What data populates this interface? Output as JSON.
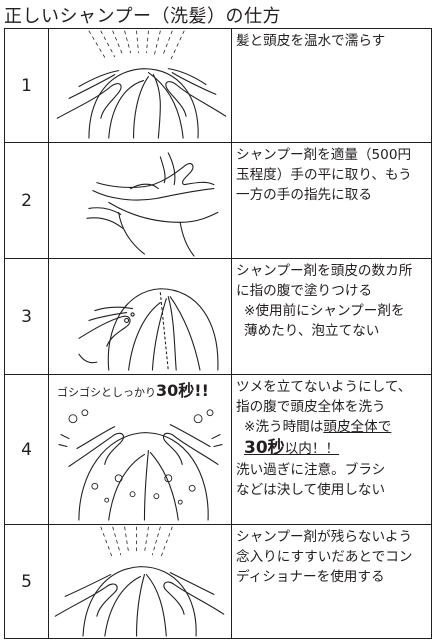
{
  "title": "正しいシャンプー（洗髪）の仕方",
  "steps": [
    {
      "number": "1",
      "icon": "hands-wetting-hair-icon",
      "lines": [
        "髪と頭皮を温水で濡らす"
      ]
    },
    {
      "number": "2",
      "icon": "shampoo-in-palm-icon",
      "lines": [
        "シャンプー剤を適量（500円",
        "玉程度）手の平に取り、もう",
        "一方の手の指先に取る"
      ]
    },
    {
      "number": "3",
      "icon": "applying-shampoo-icon",
      "lines": [
        "シャンプー剤を頭皮の数カ所",
        "に指の腹で塗りつける",
        "※使用前にシャンプー剤を",
        "薄めたり、泡立てない"
      ]
    },
    {
      "number": "4",
      "icon": "scrubbing-scalp-icon",
      "caption": "ゴシゴシとしっかり",
      "caption_time": "30秒!!",
      "lines": [
        "ツメを立てないようにして、",
        "指の腹で頭皮全体を洗う"
      ],
      "note_prefix": "※洗う時間は",
      "note_emphasis": "頭皮全体で",
      "note_time": "30秒",
      "note_suffix": "以内！！",
      "lines_after": [
        "洗い過ぎに注意。ブラシ",
        "などは決して使用しない"
      ]
    },
    {
      "number": "5",
      "icon": "rinsing-hair-icon",
      "lines": [
        "シャンプー剤が残らないよう",
        "念入りにすすいだあとでコン",
        "ディショナーを使用する"
      ]
    }
  ]
}
